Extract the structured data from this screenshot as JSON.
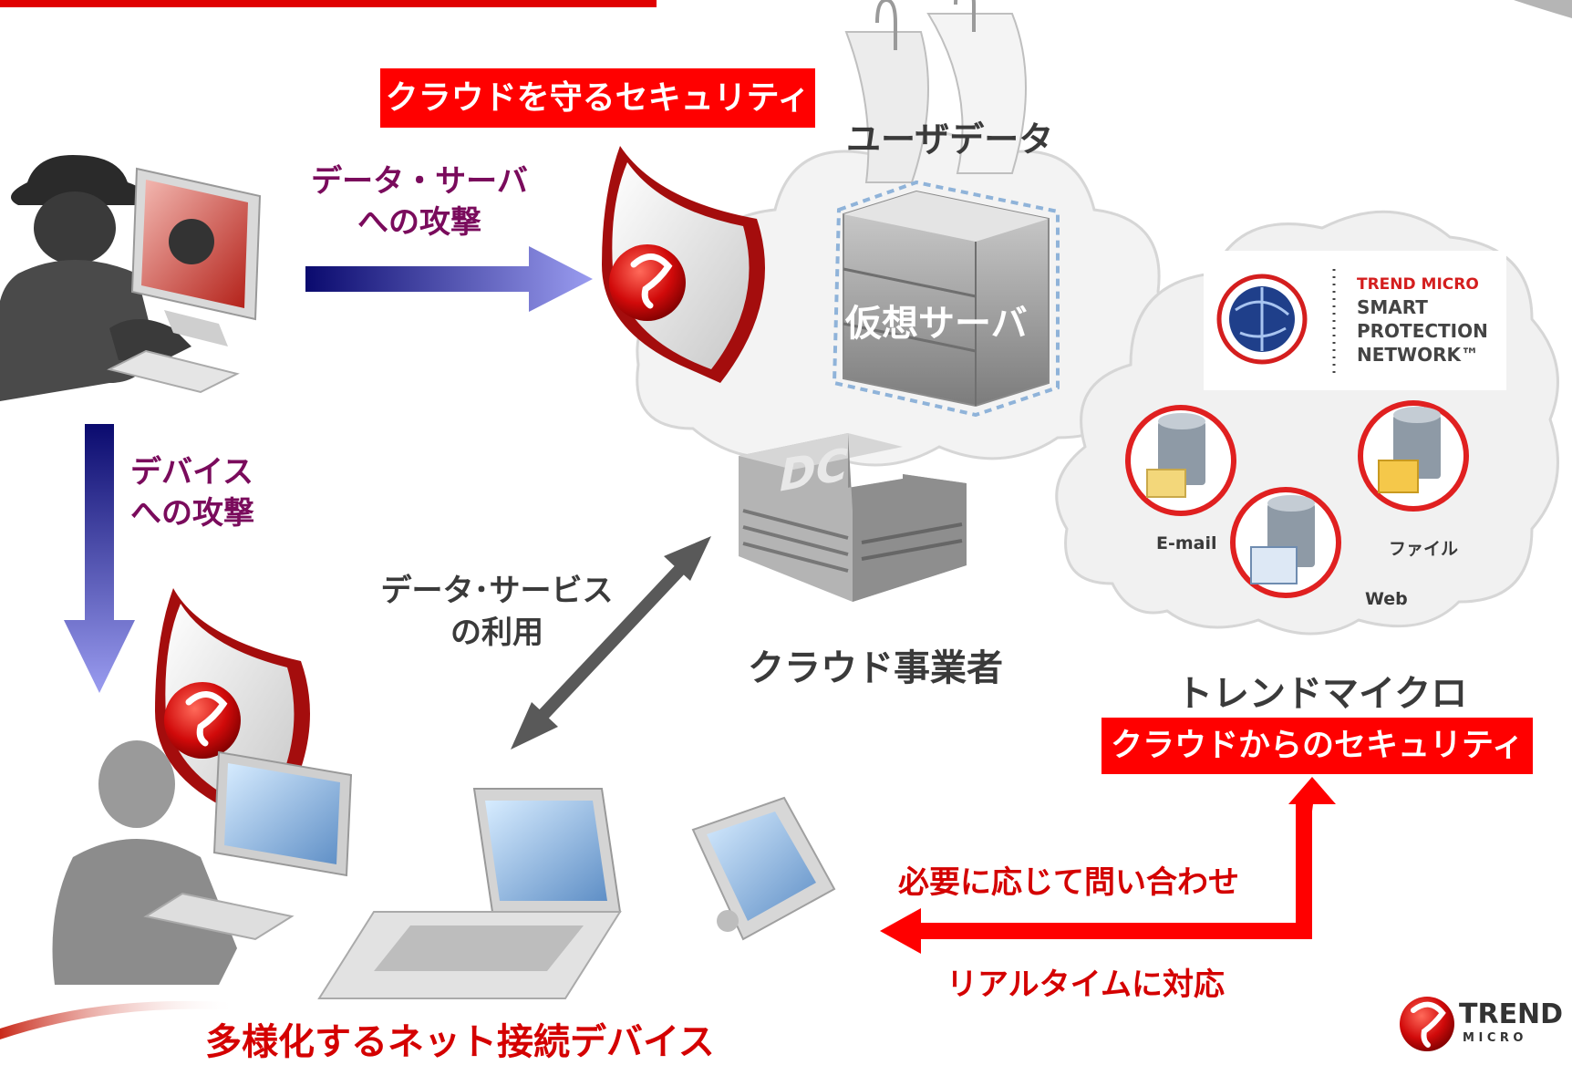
{
  "labels": {
    "protect_cloud": "クラウドを守るセキュリティ",
    "user_data": "ユーザデータ",
    "attack_server_1": "データ・サーバ",
    "attack_server_2": "への攻撃",
    "attack_device_1": "デバイス",
    "attack_device_2": "への攻撃",
    "virtual_server": "仮想サーバ",
    "dc": "DC",
    "cloud_provider": "クラウド事業者",
    "data_service_1": "データ･サービス",
    "data_service_2": "の利用",
    "email": "E-mail",
    "web": "Web",
    "file": "ファイル",
    "trend_micro_jp": "トレンドマイクロ",
    "security_from_cloud": "クラウドからのセキュリティ",
    "query_as_needed": "必要に応じて問い合わせ",
    "realtime": "リアルタイムに対応",
    "devices": "多様化するネット接続デバイス"
  },
  "spn_logo": {
    "line1": "TREND MICRO",
    "line2": "SMART",
    "line3": "PROTECTION",
    "line4": "NETWORK™"
  },
  "brand_logo": {
    "line1": "TREND",
    "line2": "M I C R O"
  },
  "colors": {
    "red": "#ff0000",
    "purple": "#7a0b5c",
    "navy": "#0a0a6e",
    "lavender": "#9a9cf0"
  }
}
